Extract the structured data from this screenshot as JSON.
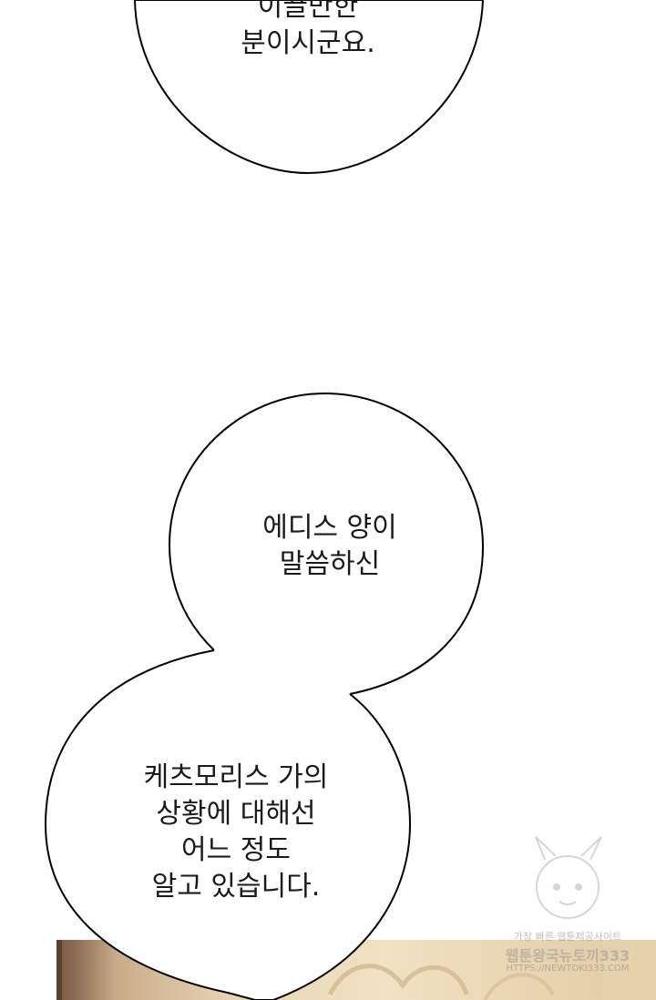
{
  "bubbles": [
    {
      "lines": [
        "이끌만한",
        "분이시군요."
      ]
    },
    {
      "lines": [
        "에디스 양이",
        "말씀하신"
      ]
    },
    {
      "lines": [
        "케츠모리스 가의",
        "상황에 대해선",
        "어느 정도",
        "알고 있습니다."
      ]
    }
  ],
  "watermark": {
    "line1": "가장 빠른 웹툰제공사이트",
    "line2": "웹툰왕국뉴토끼333",
    "line3": "HTTPS://NEWTOKI333.COM"
  }
}
